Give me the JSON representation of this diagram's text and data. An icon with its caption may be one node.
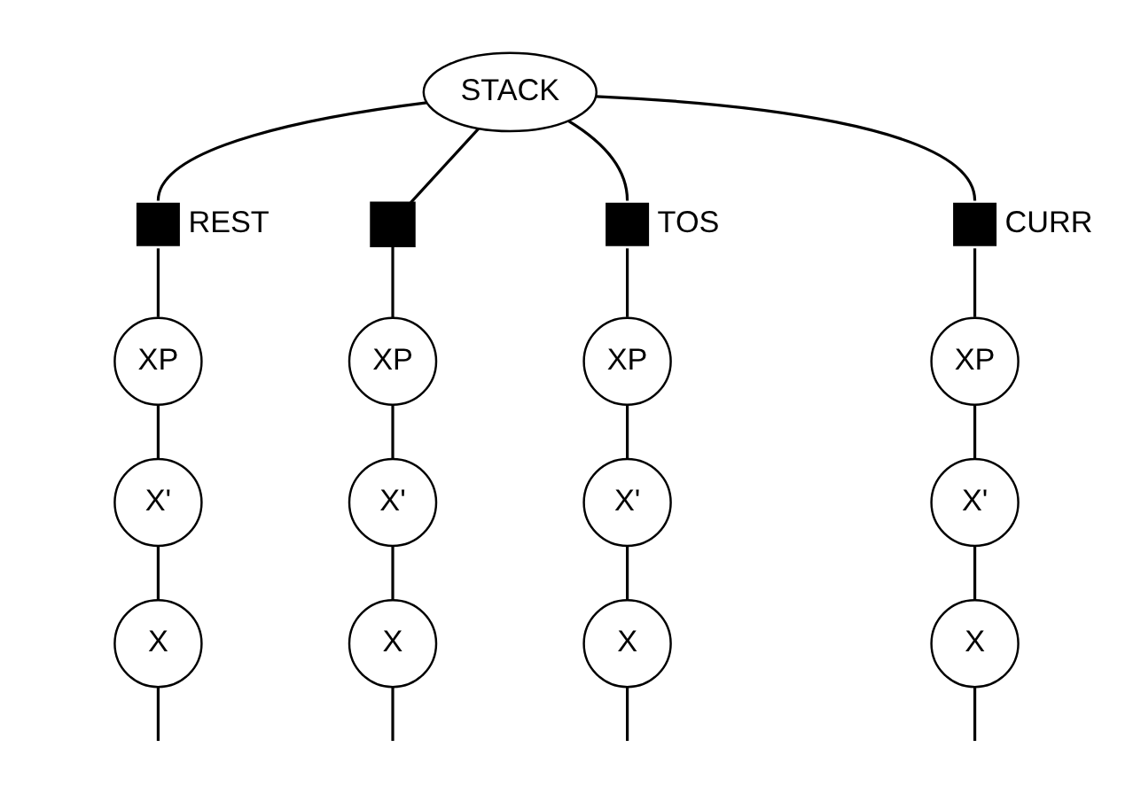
{
  "diagram": {
    "nodes": [
      {
        "text": [
          "STACK"
        ]
      },
      {
        "text": [],
        "shape": "box",
        "beside": [
          "REST"
        ]
      },
      {
        "text": [],
        "shape": "box"
      },
      {
        "text": [],
        "shape": "box",
        "beside": [
          "TOS"
        ]
      },
      {
        "text": [],
        "shape": "box",
        "beside": [
          "CURR"
        ]
      },
      {
        "text": [
          "XP"
        ]
      },
      {
        "text": [
          "X'"
        ]
      },
      {
        "text": [
          "X"
        ]
      },
      {
        "text": [
          "XP"
        ]
      },
      {
        "text": [
          "X'"
        ]
      },
      {
        "text": [
          "X"
        ]
      },
      {
        "text": [
          "XP"
        ]
      },
      {
        "text": [
          "X'"
        ]
      },
      {
        "text": [
          "X"
        ]
      },
      {
        "text": [
          "XP"
        ]
      },
      {
        "text": [
          "X'"
        ]
      },
      {
        "text": [
          "X"
        ]
      }
    ],
    "edges": [
      {
        "from": 0,
        "to": 1,
        "arrow": "none"
      },
      {
        "from": 1,
        "to": 5,
        "arrow": "none"
      },
      {
        "from": 5,
        "to": 6,
        "arrow": "none"
      },
      {
        "from": 6,
        "to": 7,
        "arrow": "none"
      },
      {
        "from": 7,
        "to": null,
        "arrow": "none"
      },
      {
        "from": 0,
        "to": 2,
        "arrow": "none"
      },
      {
        "from": 2,
        "to": 8,
        "arrow": "none"
      },
      {
        "from": 8,
        "to": 9,
        "arrow": "none"
      },
      {
        "from": 9,
        "to": 10,
        "arrow": "none"
      },
      {
        "from": 10,
        "to": null,
        "arrow": "none"
      },
      {
        "from": 0,
        "to": 3,
        "arrow": "none"
      },
      {
        "from": 3,
        "to": 11,
        "arrow": "none"
      },
      {
        "from": 11,
        "to": 12,
        "arrow": "none"
      },
      {
        "from": 12,
        "to": 13,
        "arrow": "none"
      },
      {
        "from": 13,
        "to": null,
        "arrow": "none"
      },
      {
        "from": 0,
        "to": 4,
        "arrow": "none"
      },
      {
        "from": 4,
        "to": 14,
        "arrow": "none"
      },
      {
        "from": 14,
        "to": 15,
        "arrow": "none"
      },
      {
        "from": 15,
        "to": 16,
        "arrow": "none"
      },
      {
        "from": 16,
        "to": null,
        "arrow": "none"
      }
    ]
  }
}
